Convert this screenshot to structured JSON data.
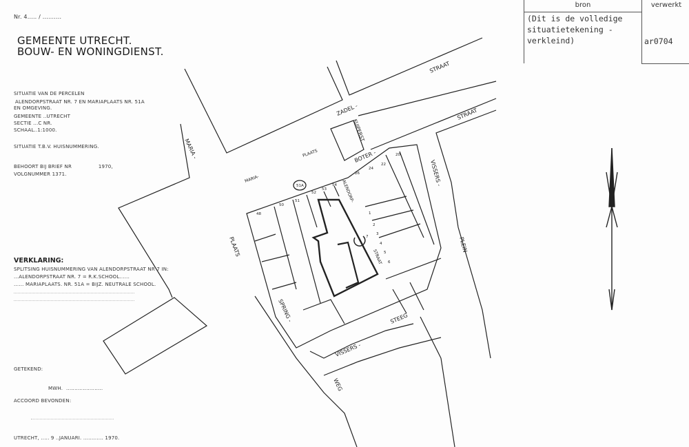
{
  "header": {
    "number": "Nr. 4..... / ..........",
    "title_line1": "GEMEENTE UTRECHT.",
    "title_line2": "BOUW- EN WONINGDIENST."
  },
  "situation": {
    "line1": "SITUATIE   VAN  DE  PERCELEN",
    "line2": "ALENDORPSTRAAT NR. 7  EN  MARIAPLAATS NR. 51A",
    "line3": "EN OMGEVING.",
    "gemeente": "GEMEENTE ..UTRECHT",
    "sectie": "SECTIE ...C          NR.",
    "schaal": "SCHAAL..1:1000.",
    "purpose": "SITUATIE T.B.V. HUISNUMMERING.",
    "behoort": "BEHOORT BIJ BRIEF NR                1970,",
    "volgnummer": "VOLGNUMMER 1371."
  },
  "verklaring": {
    "heading": "VERKLARING:",
    "line1": "SPLITSING HUISNUMMERING VAN ALENDORPSTRAAT NR 7 IN:",
    "line2": "...ALENDORPSTRAAT NR. 7  = R.K.SCHOOL......",
    "line3": "......  MARIAPLAATS. NR. 51A = BIJZ. NEUTRALE SCHOOL."
  },
  "footer": {
    "getekend": "GETEKEND:",
    "signer": "MWH.  ......................",
    "accoord": "ACCOORD BEVONDEN:",
    "date": "UTRECHT, ..... 9 ..JANUARI. ............ 1970."
  },
  "archive_table": {
    "col_bron": "bron",
    "col_verwerkt": "verwerkt",
    "bron_text": "(Dit is de volledige\nsituatietekening -\nverkleind)",
    "verwerkt_text": "ar0704"
  },
  "map": {
    "streets": {
      "zadel": "ZADEL -",
      "straat1": "STRAAT",
      "straat2": "STRAAT",
      "kuiperst": "KUIPERST",
      "boter": "BOTER -",
      "maria_left": "MARIA -",
      "maria_plaats1": "MARIA-",
      "plaats1": "PLAATS",
      "plaats2": "PLAATS",
      "vissers": "VISSERS -",
      "plein": "PLEIN",
      "alendorp": "ALENDORP-",
      "straat_alendorp": "STRAAT",
      "spring": "SPRING -",
      "weg": "WEG",
      "vissers_steeg": "VISSERS -",
      "steeg": "STEEG"
    },
    "house_numbers": [
      "48",
      "50",
      "51",
      "51A",
      "52",
      "53",
      "54",
      "26",
      "24",
      "22",
      "20",
      "1",
      "2",
      "3",
      "4",
      "5",
      "6",
      "7"
    ]
  }
}
